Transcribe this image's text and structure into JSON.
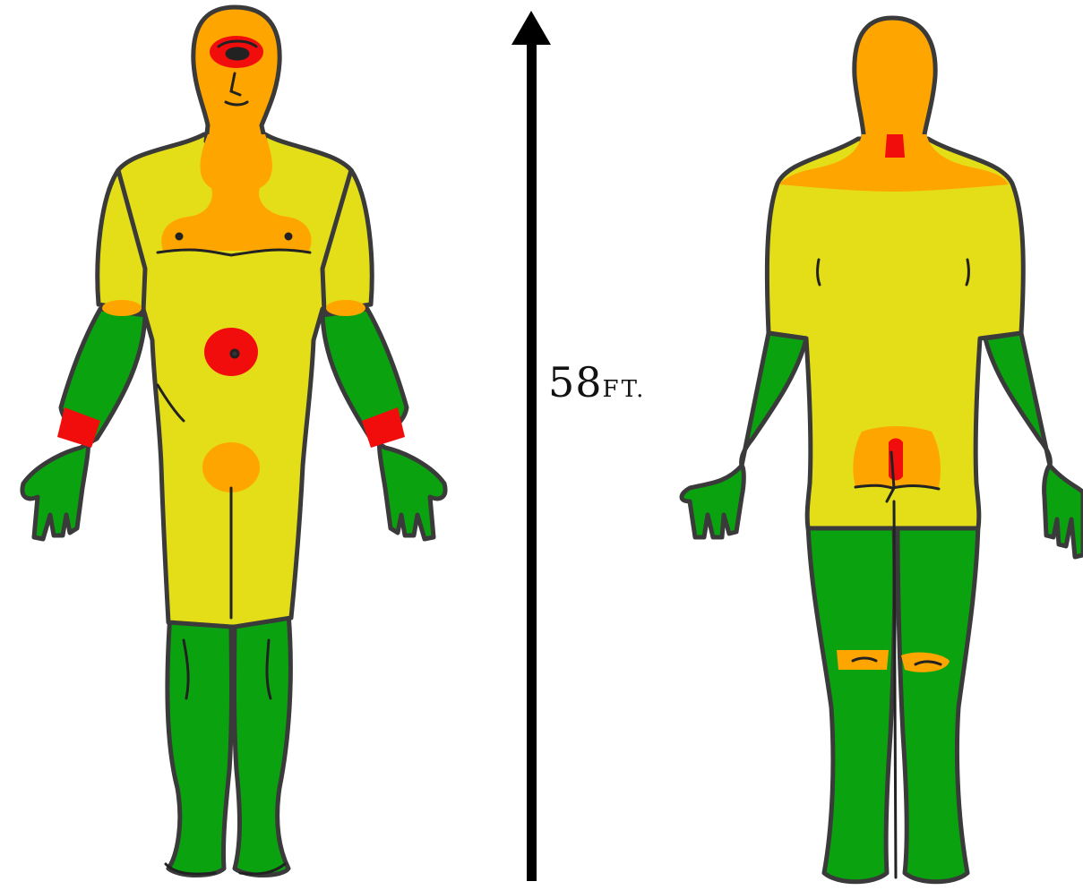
{
  "height_label": {
    "number": "58",
    "unit": "FT."
  },
  "colors": {
    "yellow_zone": "#e4de18",
    "orange_zone": "#ffa500",
    "green_zone": "#0aa30f",
    "red_zone": "#f20d0d",
    "outline": "#3a3a3a",
    "arrow": "#000000",
    "background": "#ffffff"
  },
  "figures": [
    {
      "view": "front"
    },
    {
      "view": "back"
    }
  ]
}
